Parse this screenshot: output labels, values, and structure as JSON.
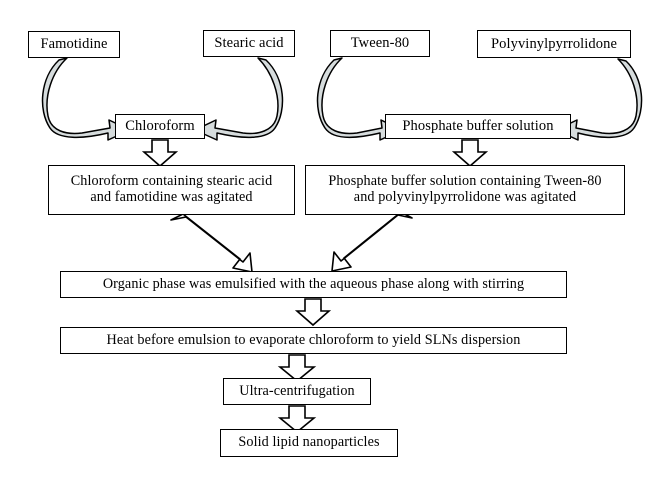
{
  "diagram": {
    "title": "Solid lipid nanoparticle preparation flowchart",
    "type": "process-flowchart",
    "background_color": "#ffffff",
    "line_color": "#000000",
    "curved_arrow_fill": "#d4dadb",
    "block_arrow_fill": "#ffffff",
    "nodes": [
      {
        "id": "famotidine",
        "label": "Famotidine",
        "row": 1
      },
      {
        "id": "stearic-acid",
        "label": "Stearic acid",
        "row": 1
      },
      {
        "id": "tween80",
        "label": "Tween-80",
        "row": 1
      },
      {
        "id": "pvp",
        "label": "Polyvinylpyrrolidone",
        "row": 1
      },
      {
        "id": "chloroform",
        "label": "Chloroform",
        "row": 2
      },
      {
        "id": "pbs",
        "label": "Phosphate buffer solution",
        "row": 2
      },
      {
        "id": "org-phase",
        "label": "Chloroform containing stearic acid\nand famotidine was agitated",
        "row": 3
      },
      {
        "id": "aq-phase",
        "label": "Phosphate buffer solution containing Tween-80\nand polyvinylpyrrolidone was agitated",
        "row": 3
      },
      {
        "id": "emulsify",
        "label": "Organic phase was emulsified with the aqueous phase along with stirring",
        "row": 4
      },
      {
        "id": "heat",
        "label": "Heat before emulsion to evaporate chloroform to yield SLNs dispersion",
        "row": 5
      },
      {
        "id": "ultracentrifuge",
        "label": "Ultra-centrifugation",
        "row": 6
      },
      {
        "id": "slns",
        "label": "Solid lipid nanoparticles",
        "row": 7
      }
    ],
    "edges": [
      {
        "from": "famotidine",
        "to": "chloroform",
        "style": "curved-block-arrow"
      },
      {
        "from": "stearic-acid",
        "to": "chloroform",
        "style": "curved-block-arrow"
      },
      {
        "from": "tween80",
        "to": "pbs",
        "style": "curved-block-arrow"
      },
      {
        "from": "pvp",
        "to": "pbs",
        "style": "curved-block-arrow"
      },
      {
        "from": "chloroform",
        "to": "org-phase",
        "style": "down-block-arrow"
      },
      {
        "from": "pbs",
        "to": "aq-phase",
        "style": "down-block-arrow"
      },
      {
        "from": "org-phase",
        "to": "emulsify",
        "style": "diagonal-block-arrow"
      },
      {
        "from": "aq-phase",
        "to": "emulsify",
        "style": "diagonal-block-arrow"
      },
      {
        "from": "emulsify",
        "to": "heat",
        "style": "down-block-arrow"
      },
      {
        "from": "heat",
        "to": "ultracentrifuge",
        "style": "down-block-arrow"
      },
      {
        "from": "ultracentrifuge",
        "to": "slns",
        "style": "down-block-arrow"
      }
    ]
  }
}
